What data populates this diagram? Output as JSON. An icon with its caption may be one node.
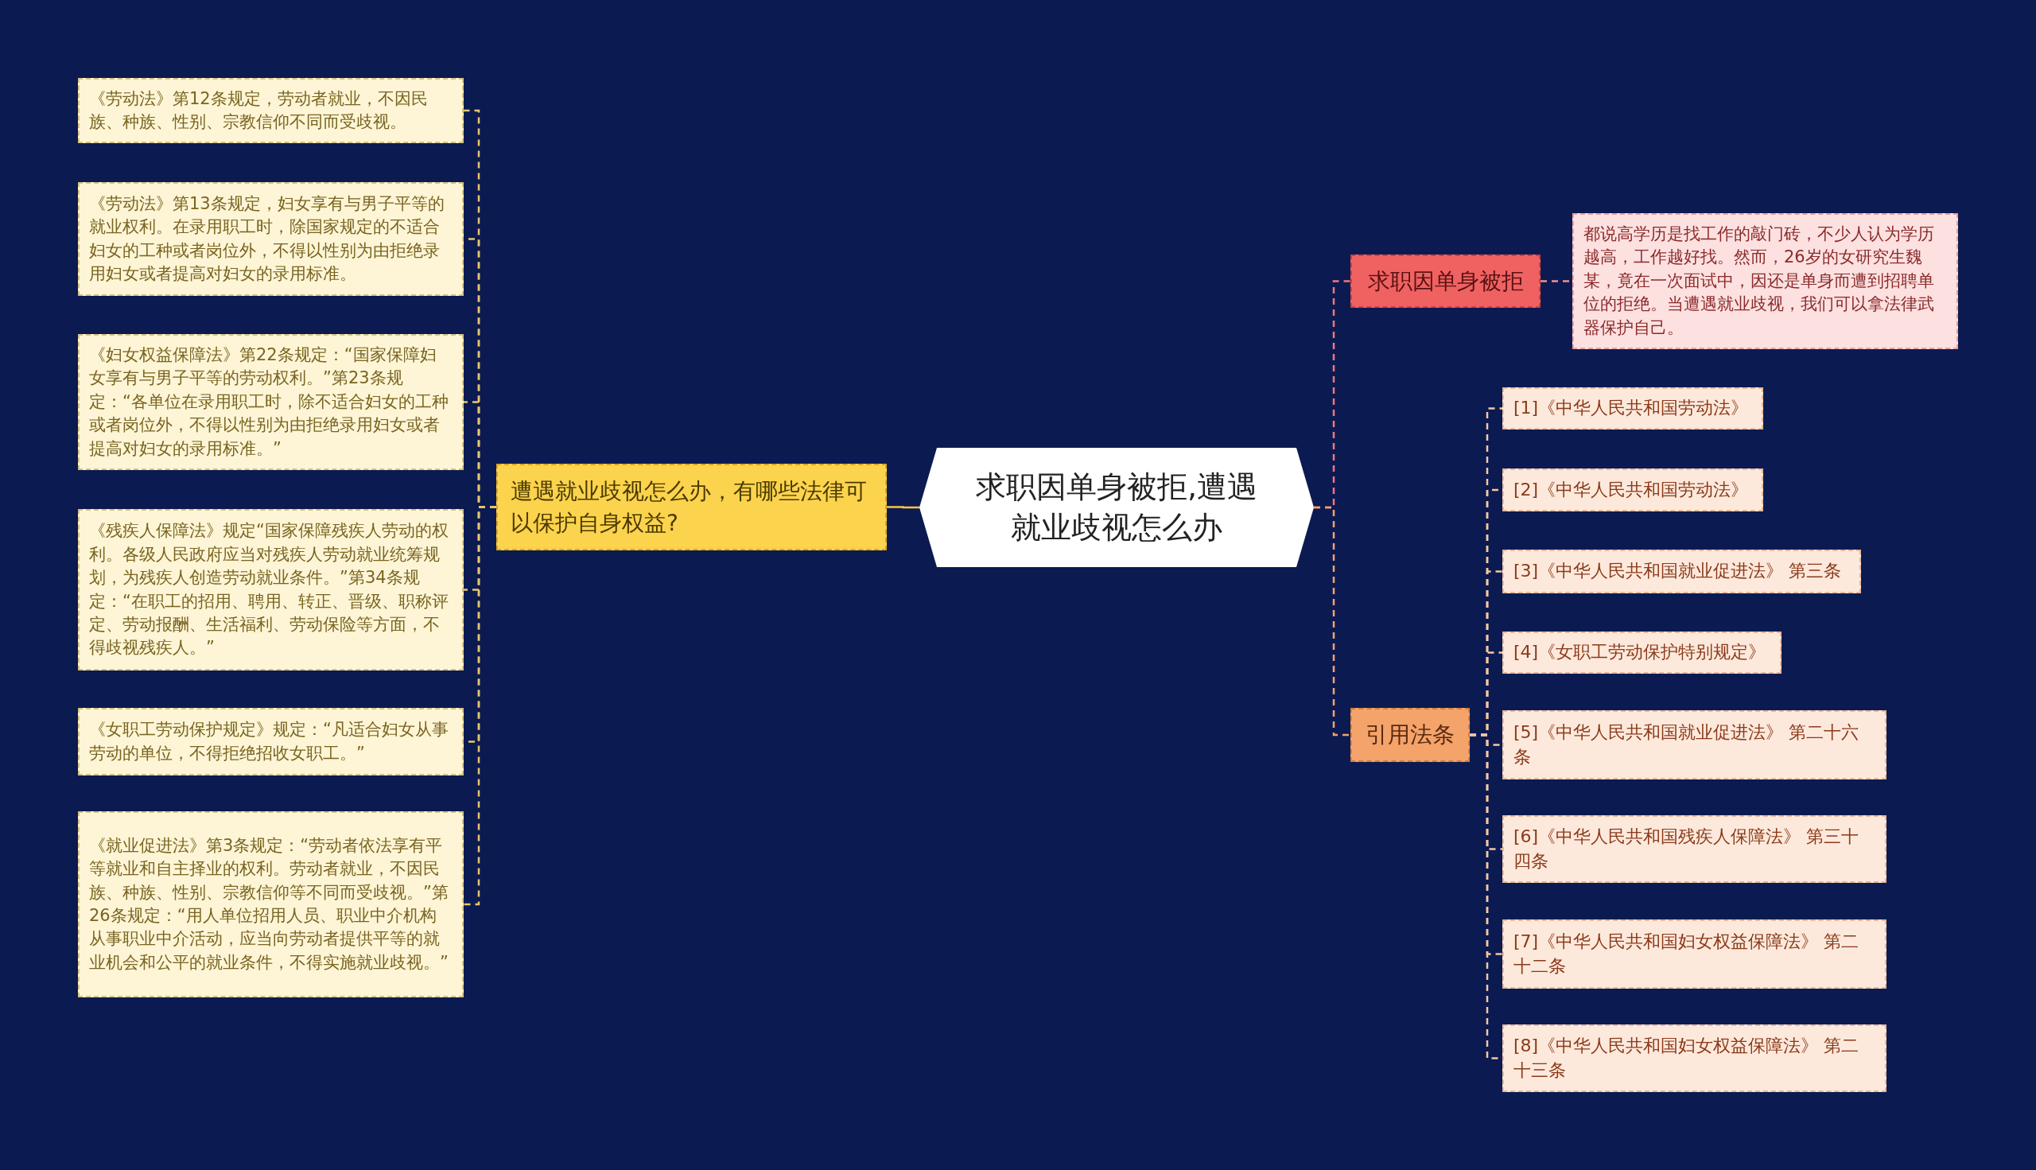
{
  "diagram": {
    "nodes": [
      {
        "text": [
          "求职因单身被拒,遭遇就业歧视怎么办"
        ]
      },
      {
        "text": [
          "遭遇就业歧视怎么办，有哪些法律可以保护自身权益?"
        ]
      },
      {
        "text": [
          "《劳动法》第12条规定，劳动者就业，不因民族、种族、性别、宗教信仰不同而受歧视。"
        ]
      },
      {
        "text": [
          "《劳动法》第13条规定，妇女享有与男子平等的就业权利。在录用职工时，除国家规定的不适合妇女的工种或者岗位外，不得以性别为由拒绝录用妇女或者提高对妇女的录用标准。"
        ]
      },
      {
        "text": [
          "《妇女权益保障法》第22条规定：“国家保障妇女享有与男子平等的劳动权利。”第23条规定：“各单位在录用职工时，除不适合妇女的工种或者岗位外，不得以性别为由拒绝录用妇女或者提高对妇女的录用标准。”"
        ]
      },
      {
        "text": [
          "《残疾人保障法》规定“国家保障残疾人劳动的权利。各级人民政府应当对残疾人劳动就业统筹规划，为残疾人创造劳动就业条件。”第34条规定：“在职工的招用、聘用、转正、晋级、职称评定、劳动报酬、生活福利、劳动保险等方面，不得歧视残疾人。”"
        ]
      },
      {
        "text": [
          "《女职工劳动保护规定》规定：“凡适合妇女从事劳动的单位，不得拒绝招收女职工。”"
        ]
      },
      {
        "text": [
          "《就业促进法》第3条规定：“劳动者依法享有平等就业和自主择业的权利。劳动者就业，不因民族、种族、性别、宗教信仰等不同而受歧视。”第26条规定：“用人单位招用人员、职业中介机构从事职业中介活动，应当向劳动者提供平等的就业机会和公平的就业条件，不得实施就业歧视。”"
        ]
      },
      {
        "text": [
          "求职因单身被拒"
        ]
      },
      {
        "text": [
          "都说高学历是找工作的敲门砖，不少人认为学历越高，工作越好找。然而，26岁的女研究生魏某，竟在一次面试中，因还是单身而遭到招聘单位的拒绝。当遭遇就业歧视，我们可以拿法律武器保护自己。"
        ]
      },
      {
        "text": [
          "引用法条"
        ]
      },
      {
        "text": [
          "[1]《中华人民共和国劳动法》"
        ]
      },
      {
        "text": [
          "[2]《中华人民共和国劳动法》"
        ]
      },
      {
        "text": [
          "[3]《中华人民共和国就业促进法》 第三条"
        ]
      },
      {
        "text": [
          "[4]《女职工劳动保护特别规定》"
        ]
      },
      {
        "text": [
          "[5]《中华人民共和国就业促进法》 第二十六条"
        ]
      },
      {
        "text": [
          "[6]《中华人民共和国残疾人保障法》 第三十四条"
        ]
      },
      {
        "text": [
          "[7]《中华人民共和国妇女权益保障法》 第二十二条"
        ]
      },
      {
        "text": [
          "[8]《中华人民共和国妇女权益保障法》 第二十三条"
        ]
      }
    ],
    "edges": [
      {
        "from": 0,
        "to": 1,
        "arrow": "none",
        "color": "#f5c842"
      },
      {
        "from": 1,
        "to": 2,
        "arrow": "none",
        "style": "dashed",
        "color": "#e8c66a"
      },
      {
        "from": 1,
        "to": 3,
        "arrow": "none",
        "style": "dashed",
        "color": "#e8c66a"
      },
      {
        "from": 1,
        "to": 4,
        "arrow": "none",
        "style": "dashed",
        "color": "#e8c66a"
      },
      {
        "from": 1,
        "to": 5,
        "arrow": "none",
        "style": "dashed",
        "color": "#e8c66a"
      },
      {
        "from": 1,
        "to": 6,
        "arrow": "none",
        "style": "dashed",
        "color": "#e8c66a"
      },
      {
        "from": 1,
        "to": 7,
        "arrow": "none",
        "style": "dashed",
        "color": "#e8c66a"
      },
      {
        "from": 0,
        "to": 8,
        "arrow": "none",
        "style": "dashed",
        "color": "#f07878"
      },
      {
        "from": 8,
        "to": 9,
        "arrow": "none",
        "style": "dashed",
        "color": "#f09090"
      },
      {
        "from": 0,
        "to": 10,
        "arrow": "none",
        "style": "dashed",
        "color": "#f4a36a"
      },
      {
        "from": 10,
        "to": 11,
        "arrow": "none",
        "style": "dashed",
        "color": "#f5c8a0"
      },
      {
        "from": 10,
        "to": 12,
        "arrow": "none",
        "style": "dashed",
        "color": "#f5c8a0"
      },
      {
        "from": 10,
        "to": 13,
        "arrow": "none",
        "style": "dashed",
        "color": "#f5c8a0"
      },
      {
        "from": 10,
        "to": 14,
        "arrow": "none",
        "style": "dashed",
        "color": "#f5c8a0"
      },
      {
        "from": 10,
        "to": 15,
        "arrow": "none",
        "style": "dashed",
        "color": "#f5c8a0"
      },
      {
        "from": 10,
        "to": 16,
        "arrow": "none",
        "style": "dashed",
        "color": "#f5c8a0"
      },
      {
        "from": 10,
        "to": 17,
        "arrow": "none",
        "style": "dashed",
        "color": "#f5c8a0"
      },
      {
        "from": 10,
        "to": 18,
        "arrow": "none",
        "style": "dashed",
        "color": "#f5c8a0"
      }
    ]
  }
}
